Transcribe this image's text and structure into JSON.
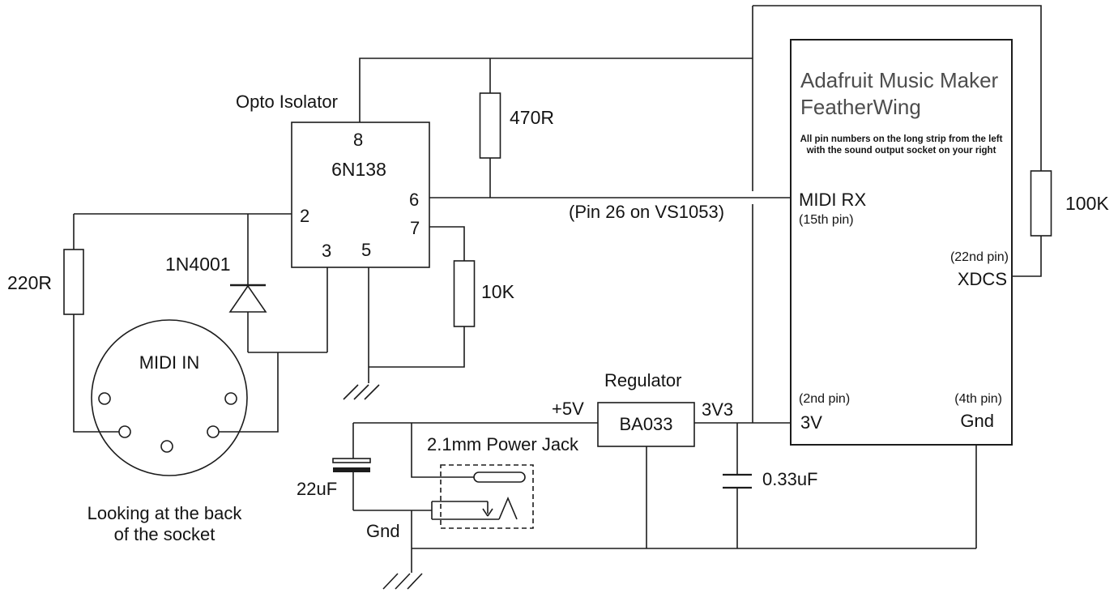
{
  "colors": {
    "line": "#1c1c1c",
    "text": "#141414",
    "featherwing_title": "#4d4d4d"
  },
  "opto": {
    "title": "Opto Isolator",
    "part": "6N138",
    "pin2": "2",
    "pin3": "3",
    "pin5": "5",
    "pin6": "6",
    "pin7": "7",
    "pin8": "8"
  },
  "components": {
    "r220": "220R",
    "r470": "470R",
    "r10k": "10K",
    "r100k": "100K",
    "diode": "1N4001",
    "cap22": "22uF",
    "cap033": "0.33uF"
  },
  "midi_socket": {
    "title": "MIDI IN",
    "caption1": "Looking at the back",
    "caption2": "of the socket"
  },
  "annotations": {
    "vs1053": "(Pin 26 on VS1053)",
    "gnd": "Gnd"
  },
  "regulator": {
    "title": "Regulator",
    "part": "BA033",
    "input": "+5V",
    "output": "3V3"
  },
  "power_jack": {
    "title": "2.1mm Power Jack"
  },
  "featherwing": {
    "title1": "Adafruit Music Maker",
    "title2": "FeatherWing",
    "note1": "All pin numbers on the long strip from the left",
    "note2": "with the sound output socket on your right",
    "pin_midi_rx": "MIDI RX",
    "pin_midi_rx_sub": "(15th pin)",
    "pin_xdcs": "XDCS",
    "pin_xdcs_sub": "(22nd pin)",
    "pin_3v": "3V",
    "pin_3v_sub": "(2nd pin)",
    "pin_gnd": "Gnd",
    "pin_gnd_sub": "(4th pin)"
  }
}
